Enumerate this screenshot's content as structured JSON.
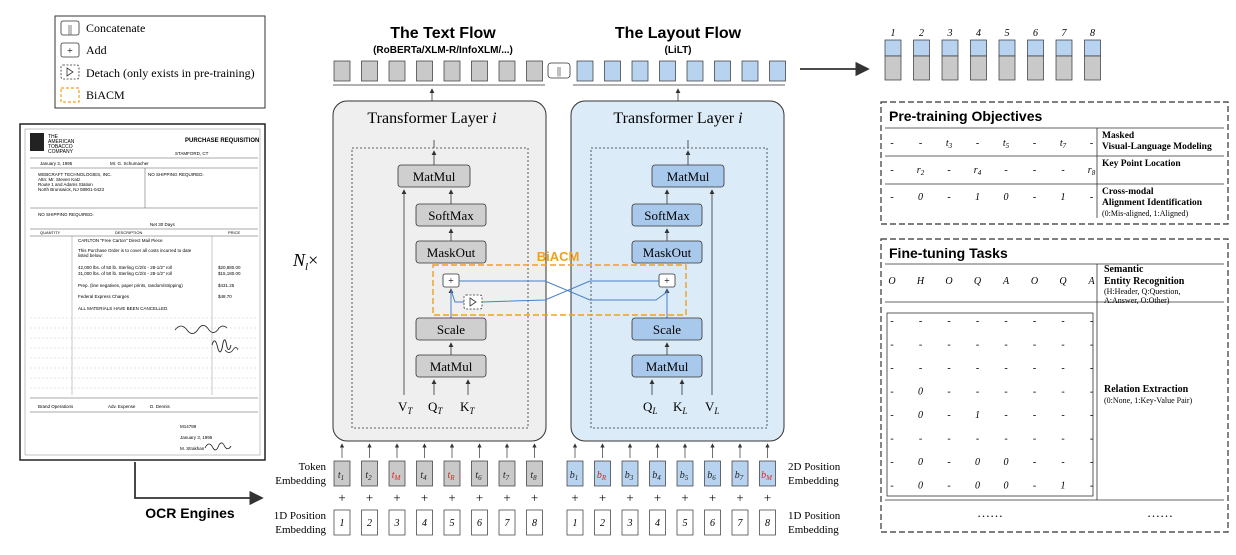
{
  "legend": {
    "concat_symbol": "||",
    "concat": "Concatenate",
    "add_symbol": "+",
    "add": "Add",
    "detach": "Detach (only exists in pre-training)",
    "biacm": "BiACM"
  },
  "doc": {
    "brand1": "THE",
    "brand2": "AMERICAN",
    "brand3": "TOBACCO",
    "brand4": "COMPANY",
    "title": "PURCHASE REQUISITION",
    "location": "STAMFORD, CT",
    "date": "January 3, 1995",
    "requester": "Mr. G. Schumacher",
    "vendor1": "WEBCRAFT TECHNOLOGIES, INC.",
    "vendor2": "Attn: Mr. Steven Katz",
    "vendor3": "Route 1 and Adams Station",
    "vendor4": "North Brunswick, NJ 08901-0423",
    "shipping": "NO SHIPPING REQUIRED.",
    "shipping2": "NO SHIPPING REQUIRED.",
    "terms": "Net 30 Days",
    "col_qty": "QUANTITY",
    "col_desc": "DESCRIPTION",
    "col_price": "PRICE",
    "item1": "CARLTON \"Free Carton\" Direct Mail Piece",
    "item2": "This Purchase Order is to cover all costs incurred to date",
    "item3": "listed below:",
    "item4": "42,000 lbs. of 50 lb. Sterling C/2/S - 28-1/2\" roll",
    "price4": "$20,880.00",
    "item5": "31,000 lbs. of 50 lb. Sterling C/2/S - 28-1/2\" roll",
    "price5": "$15,180.00",
    "item6": "Prep. (line negatives, paper prints, random/stripping)",
    "price6": "$431.25",
    "item7": "Federal Express Charges",
    "price7": "$48.70",
    "item8": "ALL MATERIALS HAVE BEEN CANCELLED.",
    "f1": "Brand Operations",
    "f2": "Adv. Expense",
    "f3": "D. Dennis",
    "f4": "M14789",
    "f5": "January 3, 1995",
    "f6": "M. Strakhan"
  },
  "ocr": "OCR Engines",
  "text_flow": {
    "title": "The Text Flow",
    "subtitle": "(RoBERTa/XLM-R/InfoXLM/...)"
  },
  "layout_flow": {
    "title": "The Layout Flow",
    "subtitle": "(LiLT)"
  },
  "concat_box": "||",
  "transformer_label": "Transformer Layer",
  "transformer_index": "i",
  "nl": "N",
  "nl_sub": "l",
  "nl_times": "×",
  "biacm_label": "BiACM",
  "blocks": {
    "matmul": "MatMul",
    "softmax": "SoftMax",
    "maskout": "MaskOut",
    "scale": "Scale"
  },
  "text_inputs": {
    "v": "V",
    "v_sub": "T",
    "q": "Q",
    "q_sub": "T",
    "k": "K",
    "k_sub": "T"
  },
  "layout_inputs": {
    "q": "Q",
    "q_sub": "L",
    "k": "K",
    "k_sub": "L",
    "v": "V",
    "v_sub": "L"
  },
  "token_embedding": [
    "Token",
    "Embedding"
  ],
  "pos2d_embedding": [
    "2D Position",
    "Embedding"
  ],
  "pos1d_left": [
    "1D Position",
    "Embedding"
  ],
  "pos1d_right": [
    "1D Position",
    "Embedding"
  ],
  "text_tokens": [
    {
      "base": "t",
      "sub": "1",
      "highlight": false
    },
    {
      "base": "t",
      "sub": "2",
      "highlight": false
    },
    {
      "base": "t",
      "sub": "M",
      "highlight": true
    },
    {
      "base": "t",
      "sub": "4",
      "highlight": false
    },
    {
      "base": "t",
      "sub": "R",
      "highlight": true
    },
    {
      "base": "t",
      "sub": "6",
      "highlight": false
    },
    {
      "base": "t",
      "sub": "7",
      "highlight": false
    },
    {
      "base": "t",
      "sub": "8",
      "highlight": false
    }
  ],
  "layout_tokens": [
    {
      "base": "b",
      "sub": "1",
      "highlight": false
    },
    {
      "base": "b",
      "sub": "R",
      "highlight": true
    },
    {
      "base": "b",
      "sub": "3",
      "highlight": false
    },
    {
      "base": "b",
      "sub": "4",
      "highlight": false
    },
    {
      "base": "b",
      "sub": "5",
      "highlight": false
    },
    {
      "base": "b",
      "sub": "6",
      "highlight": false
    },
    {
      "base": "b",
      "sub": "7",
      "highlight": false
    },
    {
      "base": "b",
      "sub": "M",
      "highlight": true
    }
  ],
  "positions": [
    "1",
    "2",
    "3",
    "4",
    "5",
    "6",
    "7",
    "8"
  ],
  "plus": "+",
  "output_indices": [
    "1",
    "2",
    "3",
    "4",
    "5",
    "6",
    "7",
    "8"
  ],
  "pretraining": {
    "title": "Pre-training Objectives",
    "rows": [
      {
        "cells": [
          {
            "b": "-",
            "s": ""
          },
          {
            "b": "-",
            "s": ""
          },
          {
            "b": "t",
            "s": "3"
          },
          {
            "b": "-",
            "s": ""
          },
          {
            "b": "t",
            "s": "5"
          },
          {
            "b": "-",
            "s": ""
          },
          {
            "b": "t",
            "s": "7"
          },
          {
            "b": "-",
            "s": ""
          }
        ],
        "label1": "Masked",
        "label2": "Visual-Language Modeling",
        "label3": ""
      },
      {
        "cells": [
          {
            "b": "-",
            "s": ""
          },
          {
            "b": "r",
            "s": "2"
          },
          {
            "b": "-",
            "s": ""
          },
          {
            "b": "r",
            "s": "4"
          },
          {
            "b": "-",
            "s": ""
          },
          {
            "b": "-",
            "s": ""
          },
          {
            "b": "-",
            "s": ""
          },
          {
            "b": "r",
            "s": "8"
          }
        ],
        "label1": "Key Point Location",
        "label2": "",
        "label3": ""
      },
      {
        "cells": [
          {
            "b": "-",
            "s": ""
          },
          {
            "b": "0",
            "s": ""
          },
          {
            "b": "-",
            "s": ""
          },
          {
            "b": "1",
            "s": ""
          },
          {
            "b": "0",
            "s": ""
          },
          {
            "b": "-",
            "s": ""
          },
          {
            "b": "1",
            "s": ""
          },
          {
            "b": "-",
            "s": ""
          }
        ],
        "label1": "Cross-modal",
        "label2": "Alignment Identification",
        "label3": "(0:Mis-aligned, 1:Aligned)"
      }
    ]
  },
  "finetuning": {
    "title": "Fine-tuning Tasks",
    "ser_tags": [
      "O",
      "H",
      "O",
      "Q",
      "A",
      "O",
      "Q",
      "A"
    ],
    "ser_label1": "Semantic",
    "ser_label2": "Entity Recognition",
    "ser_note1": "(H:Header, Q:Question,",
    "ser_note2": "A:Answer, O:Other)",
    "re_rows": [
      [
        "-",
        "-",
        "-",
        "-",
        "-",
        "-",
        "-",
        "-"
      ],
      [
        "-",
        "-",
        "-",
        "-",
        "-",
        "-",
        "-",
        "-"
      ],
      [
        "-",
        "-",
        "-",
        "-",
        "-",
        "-",
        "-",
        "-"
      ],
      [
        "-",
        "0",
        "-",
        "-",
        "-",
        "-",
        "-",
        "-"
      ],
      [
        "-",
        "0",
        "-",
        "1",
        "-",
        "-",
        "-",
        "-"
      ],
      [
        "-",
        "-",
        "-",
        "-",
        "-",
        "-",
        "-",
        "-"
      ],
      [
        "-",
        "0",
        "-",
        "0",
        "0",
        "-",
        "-",
        "-"
      ],
      [
        "-",
        "0",
        "-",
        "0",
        "0",
        "-",
        "1",
        "-"
      ]
    ],
    "re_label": "Relation Extraction",
    "re_note": "(0:None, 1:Key-Value Pair)",
    "dots_left": "……",
    "dots_right": "……"
  },
  "colors": {
    "gray_fill": "#c9c9c9",
    "blue_fill": "#b8d3ef",
    "blue_panel": "#dcebf8",
    "gray_panel": "#efefef",
    "orange": "#f0a020",
    "red": "#e02020",
    "line_blue": "#4a7fc8"
  }
}
